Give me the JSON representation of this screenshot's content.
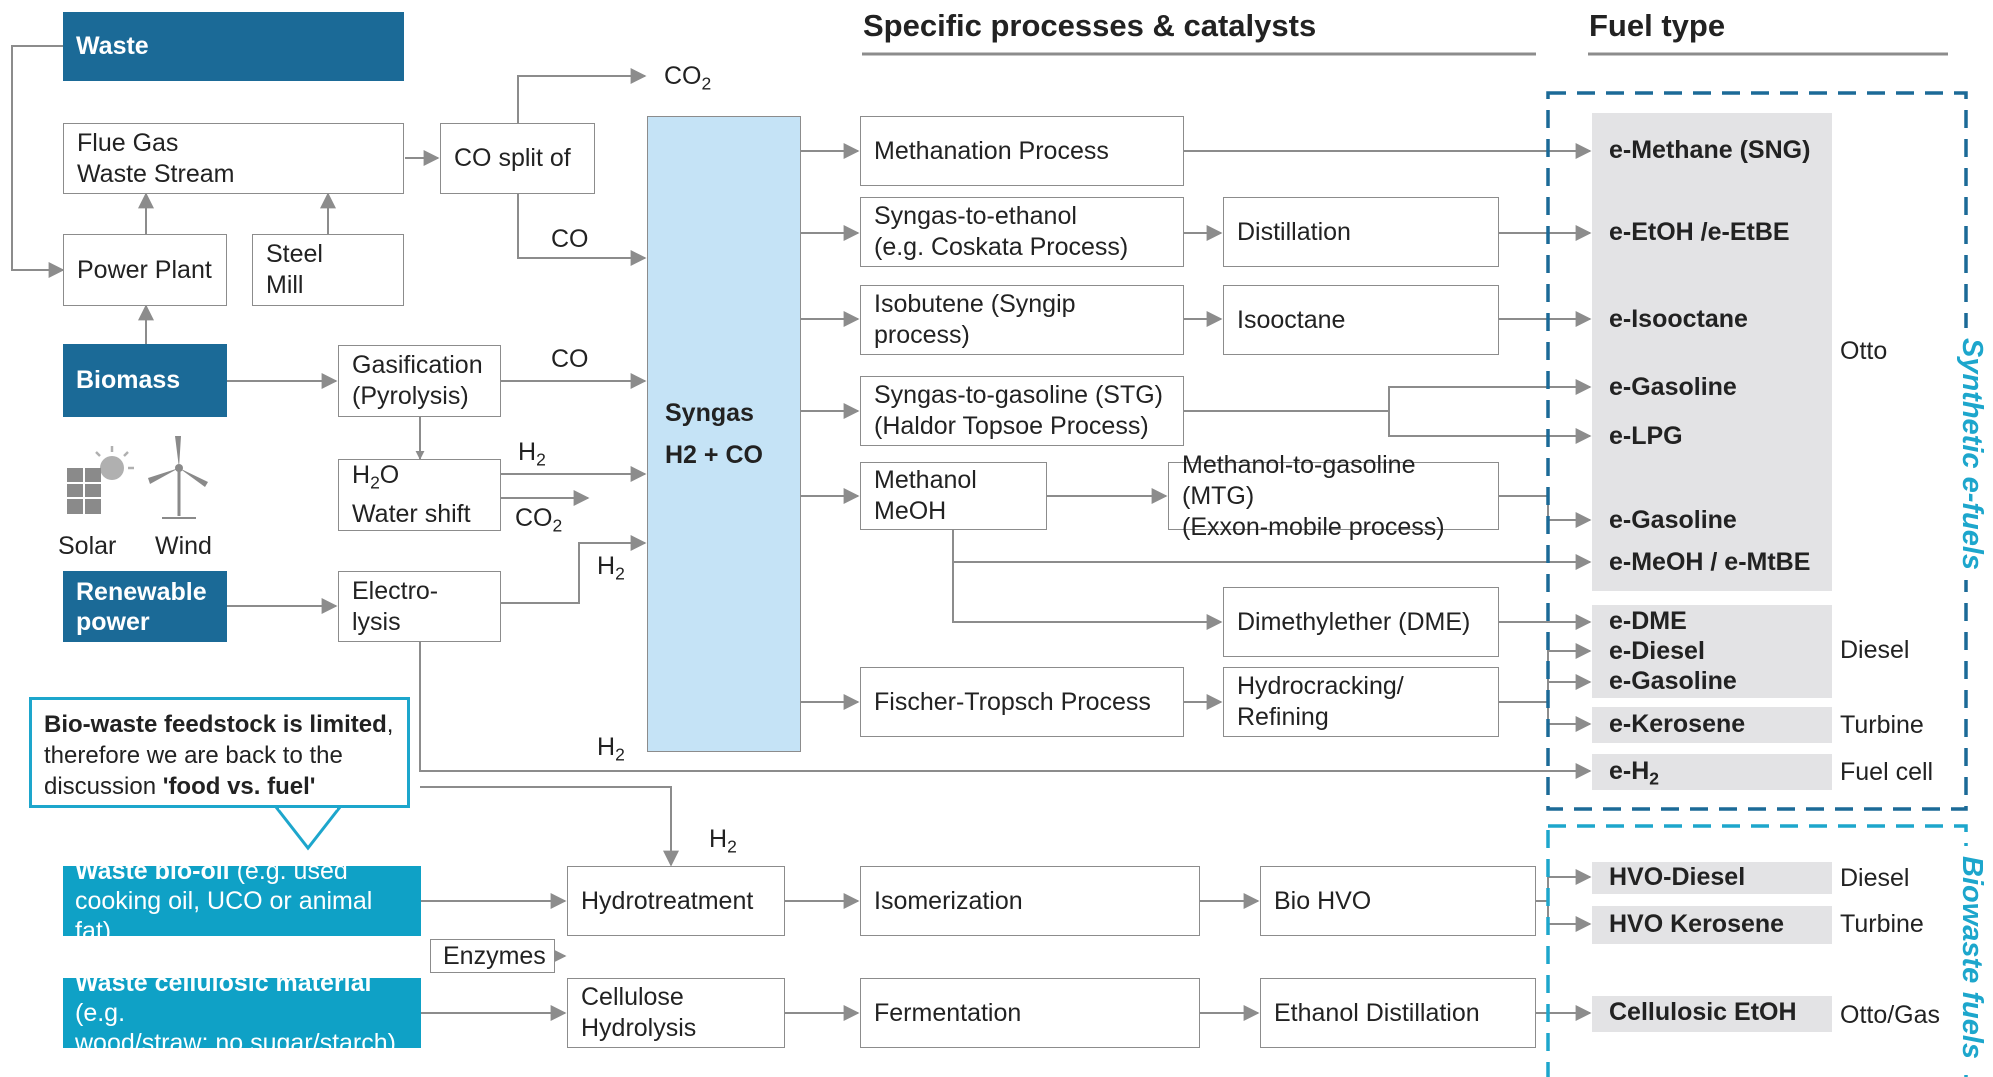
{
  "headers": {
    "processes": "Specific processes & catalysts",
    "fuel_type": "Fuel type"
  },
  "feedstock": {
    "waste": "Waste",
    "flue_gas_1": "Flue Gas",
    "flue_gas_2": "Waste Stream",
    "power_plant": "Power Plant",
    "steel_1": "Steel",
    "steel_2": "Mill",
    "co_split": "CO split of",
    "biomass": "Biomass",
    "solar": "Solar",
    "wind": "Wind",
    "renewable_1": "Renewable",
    "renewable_2": "power",
    "gasification_1": "Gasification",
    "gasification_2": "(Pyrolysis)",
    "water_shift": "Water shift",
    "electrolysis_1": "Electro-",
    "electrolysis_2": "lysis",
    "syngas_1": "Syngas",
    "syngas_2": "H2 + CO"
  },
  "flow_labels": {
    "co2": "CO",
    "co": "CO",
    "h2": "H",
    "h2o": "H",
    "h2o_tail": "O",
    "sub2": "2"
  },
  "processes": {
    "methanation": "Methanation Process",
    "stoe_1": "Syngas-to-ethanol",
    "stoe_2": "(e.g. Coskata Process)",
    "distillation": "Distillation",
    "isobutene": "Isobutene (Syngip process)",
    "isooctane": "Isooctane",
    "stg_1": "Syngas-to-gasoline (STG)",
    "stg_2": "(Haldor Topsoe Process)",
    "methanol_1": "Methanol",
    "methanol_2": "MeOH",
    "mtg_1": "Methanol-to-gasoline (MTG)",
    "mtg_2": "(Exxon-mobile process)",
    "dme": "Dimethylether (DME)",
    "ft": "Fischer-Tropsch Process",
    "hydrocracking_1": "Hydrocracking/",
    "hydrocracking_2": "Refining",
    "hydrotreatment": "Hydrotreatment",
    "isomerization": "Isomerization",
    "bio_hvo": "Bio HVO",
    "enzymes": "Enzymes",
    "cellulose_1": "Cellulose",
    "cellulose_2": "Hydrolysis",
    "fermentation": "Fermentation",
    "ethanol_distillation": "Ethanol Distillation"
  },
  "bio_inputs": {
    "bio_oil_bold": "Waste bio-oil",
    "bio_oil_rest": " (e.g. used",
    "bio_oil_2": "cooking oil, UCO or animal fat)",
    "cellulosic_bold": "Waste cellulosic material",
    "cellulosic_rest": " (e.g.",
    "cellulosic_2": "wood/straw; no sugar/starch)"
  },
  "callout": {
    "bold1": "Bio-waste feedstock is limited",
    "rest1": ",",
    "line2": "therefore we are back to the",
    "line3_pre": "discussion ",
    "line3_bold": "'food vs. fuel'"
  },
  "fuels": {
    "e_methane": "e-Methane (SNG)",
    "e_etoh": "e-EtOH /e-EtBE",
    "e_isooctane": "e-Isooctane",
    "e_gasoline_1": "e-Gasoline",
    "e_lpg": "e-LPG",
    "e_gasoline_2": "e-Gasoline",
    "e_meoh": "e-MeOH / e-MtBE",
    "e_dme": "e-DME",
    "e_diesel": "e-Diesel",
    "e_gasoline_3": "e-Gasoline",
    "e_kerosene": "e-Kerosene",
    "e_h2": "e-H",
    "hvo_diesel": "HVO-Diesel",
    "hvo_kerosene": "HVO Kerosene",
    "cellulosic_etoh": "Cellulosic EtOH"
  },
  "engines": {
    "otto": "Otto",
    "diesel": "Diesel",
    "turbine": "Turbine",
    "fuel_cell": "Fuel cell",
    "diesel_2": "Diesel",
    "turbine_2": "Turbine",
    "otto_gas": "Otto/Gas"
  },
  "groups": {
    "synthetic": "Synthetic e-fuels",
    "biowaste": "Biowaste fuels"
  },
  "colors": {
    "dark_blue": "#1b6a97",
    "teal": "#0fa1c6",
    "syngas": "#c5e3f6",
    "accent": "#1da6cc",
    "fuel_bg": "#e3e3e5"
  }
}
